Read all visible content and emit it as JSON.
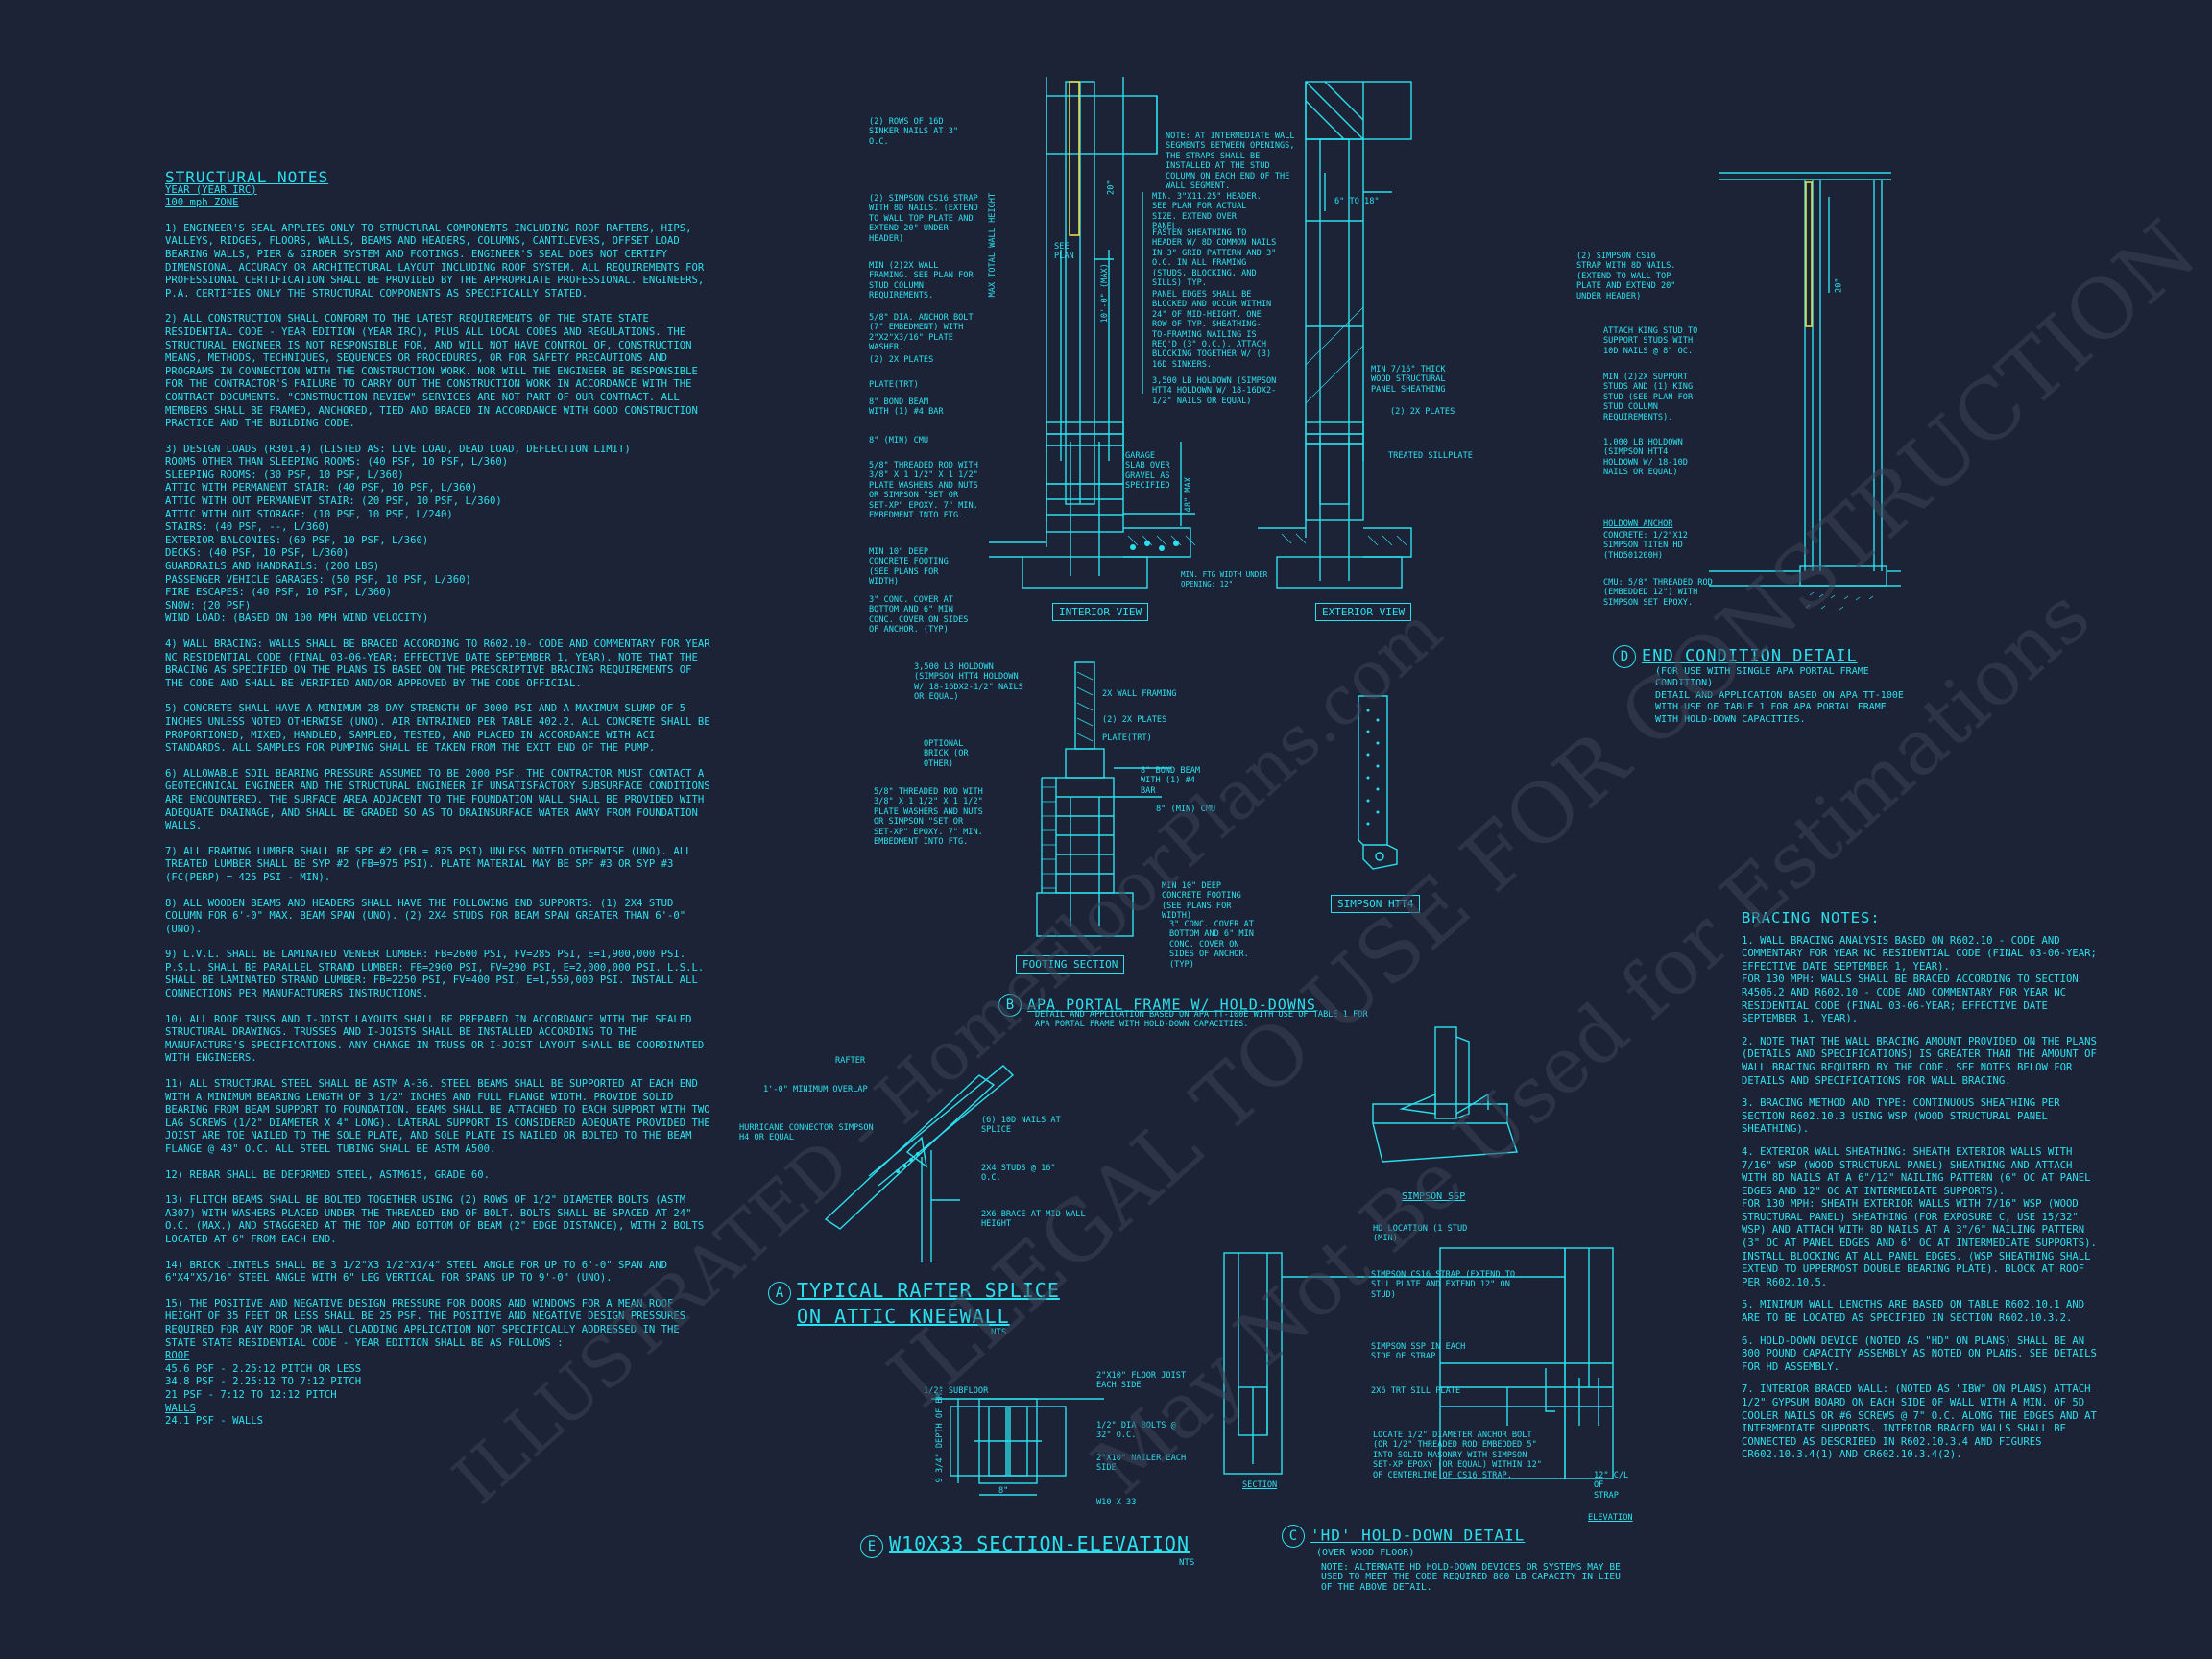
{
  "structural_notes": {
    "title": "STRUCTURAL NOTES",
    "subtitle1": "YEAR (YEAR IRC)",
    "subtitle2": "100 mph ZONE",
    "paragraphs": [
      "1) ENGINEER'S SEAL APPLIES ONLY TO STRUCTURAL COMPONENTS INCLUDING ROOF RAFTERS, HIPS, VALLEYS, RIDGES, FLOORS, WALLS, BEAMS AND HEADERS, COLUMNS, CANTILEVERS, OFFSET LOAD BEARING WALLS, PIER & GIRDER SYSTEM AND FOOTINGS. ENGINEER'S SEAL DOES NOT CERTIFY DIMENSIONAL ACCURACY OR ARCHITECTURAL LAYOUT INCLUDING ROOF SYSTEM. ALL REQUIREMENTS FOR PROFESSIONAL CERTIFICATION SHALL BE PROVIDED BY THE APPROPRIATE PROFESSIONAL. ENGINEERS, P.A. CERTIFIES ONLY THE STRUCTURAL COMPONENTS AS SPECIFICALLY STATED.",
      "2) ALL CONSTRUCTION SHALL CONFORM TO THE LATEST REQUIREMENTS OF THE STATE STATE RESIDENTIAL CODE - YEAR EDITION (YEAR IRC), PLUS ALL LOCAL CODES AND REGULATIONS. THE STRUCTURAL ENGINEER IS NOT RESPONSIBLE FOR, AND WILL NOT HAVE CONTROL OF, CONSTRUCTION MEANS, METHODS, TECHNIQUES, SEQUENCES OR PROCEDURES, OR FOR SAFETY PRECAUTIONS AND PROGRAMS IN CONNECTION WITH THE CONSTRUCTION WORK. NOR WILL THE ENGINEER BE RESPONSIBLE FOR THE CONTRACTOR'S FAILURE TO CARRY OUT THE CONSTRUCTION WORK IN ACCORDANCE WITH THE CONTRACT DOCUMENTS. \"CONSTRUCTION REVIEW\" SERVICES ARE NOT PART OF OUR CONTRACT. ALL MEMBERS SHALL BE FRAMED, ANCHORED, TIED AND BRACED IN ACCORDANCE WITH GOOD CONSTRUCTION PRACTICE AND THE BUILDING CODE.",
      "3) DESIGN LOADS (R301.4) (LISTED AS: LIVE LOAD, DEAD LOAD, DEFLECTION LIMIT)\nROOMS OTHER THAN SLEEPING ROOMS: (40 PSF, 10 PSF, L/360)\nSLEEPING ROOMS: (30 PSF, 10 PSF, L/360)\nATTIC WITH PERMANENT STAIR: (40 PSF, 10 PSF, L/360)\nATTIC WITH OUT PERMANENT STAIR: (20 PSF, 10 PSF, L/360)\nATTIC WITH OUT STORAGE: (10 PSF, 10 PSF, L/240)\nSTAIRS: (40 PSF, --, L/360)\nEXTERIOR BALCONIES: (60 PSF, 10 PSF, L/360)\nDECKS: (40 PSF, 10 PSF, L/360)\nGUARDRAILS AND HANDRAILS: (200 LBS)\nPASSENGER VEHICLE GARAGES: (50 PSF, 10 PSF, L/360)\nFIRE ESCAPES: (40 PSF, 10 PSF, L/360)\nSNOW: (20 PSF)\nWIND LOAD: (BASED ON 100 MPH WIND VELOCITY)",
      "4) WALL BRACING: WALLS SHALL BE BRACED ACCORDING TO R602.10- CODE AND COMMENTARY FOR YEAR NC RESIDENTIAL CODE (FINAL 03-06-YEAR; EFFECTIVE DATE SEPTEMBER 1, YEAR). NOTE THAT THE BRACING AS SPECIFIED ON THE PLANS IS BASED ON THE PRESCRIPTIVE BRACING REQUIREMENTS OF THE CODE AND SHALL BE VERIFIED AND/OR APPROVED BY THE CODE OFFICIAL.",
      "5) CONCRETE SHALL HAVE A MINIMUM 28 DAY STRENGTH OF 3000 PSI AND A MAXIMUM SLUMP OF 5 INCHES UNLESS NOTED OTHERWISE (UNO). AIR ENTRAINED PER TABLE 402.2. ALL CONCRETE SHALL BE PROPORTIONED, MIXED, HANDLED, SAMPLED, TESTED, AND PLACED IN ACCORDANCE WITH ACI STANDARDS. ALL SAMPLES FOR PUMPING SHALL BE TAKEN FROM THE EXIT END OF THE PUMP.",
      "6) ALLOWABLE SOIL BEARING PRESSURE ASSUMED TO BE 2000 PSF. THE CONTRACTOR MUST CONTACT A GEOTECHNICAL ENGINEER AND THE STRUCTURAL ENGINEER IF UNSATISFACTORY SUBSURFACE CONDITIONS ARE ENCOUNTERED. THE SURFACE AREA ADJACENT TO THE FOUNDATION WALL SHALL BE PROVIDED WITH ADEQUATE DRAINAGE, AND SHALL BE GRADED SO AS TO DRAINSURFACE WATER AWAY FROM FOUNDATION WALLS.",
      "7) ALL FRAMING LUMBER SHALL BE SPF #2 (Fb = 875 PSI) UNLESS NOTED OTHERWISE (UNO). ALL TREATED LUMBER SHALL BE SYP #2 (Fb=975 PSI). PLATE MATERIAL MAY BE SPF #3 OR SYP #3 (Fc(perp) = 425 PSI - MIN).",
      "8) ALL WOODEN BEAMS AND HEADERS SHALL HAVE THE FOLLOWING END SUPPORTS: (1) 2x4 STUD COLUMN FOR 6'-0\" MAX. BEAM SPAN (UNO). (2) 2X4 STUDS FOR BEAM SPAN GREATER THAN 6'-0\" (UNO).",
      "9) L.V.L. SHALL BE LAMINATED VENEER LUMBER: Fb=2600 PSI, Fv=285 PSI, E=1,900,000 PSI. P.S.L. SHALL BE PARALLEL STRAND LUMBER: Fb=2900 PSI, Fv=290 PSI, E=2,000,000 PSI. L.S.L. SHALL BE LAMINATED STRAND LUMBER: Fb=2250 PSI, Fv=400 PSI, E=1,550,000 PSI. INSTALL ALL CONNECTIONS PER MANUFACTURERS INSTRUCTIONS.",
      "10) ALL ROOF TRUSS AND I-JOIST LAYOUTS SHALL BE PREPARED IN ACCORDANCE WITH THE SEALED STRUCTURAL DRAWINGS. TRUSSES AND I-JOISTS SHALL BE INSTALLED ACCORDING TO THE MANUFACTURE'S SPECIFICATIONS. ANY CHANGE IN TRUSS OR I-JOIST LAYOUT SHALL BE COORDINATED WITH ENGINEERS.",
      "11) ALL STRUCTURAL STEEL SHALL BE ASTM A-36. STEEL BEAMS SHALL BE SUPPORTED AT EACH END WITH A MINIMUM BEARING LENGTH OF 3 1/2\" INCHES AND FULL FLANGE WIDTH. PROVIDE SOLID BEARING FROM BEAM SUPPORT TO FOUNDATION. BEAMS SHALL BE ATTACHED TO EACH SUPPORT WITH TWO LAG SCREWS (1/2\" DIAMETER x 4\" LONG). LATERAL SUPPORT IS CONSIDERED ADEQUATE PROVIDED THE JOIST ARE TOE NAILED TO THE SOLE PLATE, AND SOLE PLATE IS NAILED OR BOLTED TO THE BEAM FLANGE @ 48\" O.C. ALL STEEL TUBING SHALL BE ASTM A500.",
      "12) REBAR SHALL BE DEFORMED STEEL, ASTM615, GRADE 60.",
      "13) FLITCH BEAMS SHALL BE BOLTED TOGETHER USING (2) ROWS OF 1/2\" DIAMETER BOLTS (ASTM A307) WITH WASHERS PLACED UNDER THE THREADED END OF BOLT. BOLTS SHALL BE SPACED AT 24\" O.C. (MAX.) AND STAGGERED AT THE TOP AND BOTTOM OF BEAM (2\" EDGE DISTANCE), WITH 2 BOLTS LOCATED AT 6\" FROM EACH END.",
      "14) BRICK LINTELS SHALL BE 3 1/2\"x3 1/2\"x1/4\" STEEL ANGLE FOR UP TO 6'-0\" SPAN AND 6\"x4\"x5/16\" STEEL ANGLE WITH 6\" LEG VERTICAL FOR SPANS UP TO 9'-0\" (UNO).",
      "15) THE POSITIVE AND NEGATIVE DESIGN PRESSURE FOR DOORS AND WINDOWS FOR A MEAN ROOF HEIGHT OF 35 FEET OR LESS SHALL BE 25 PSF. THE POSITIVE AND NEGATIVE DESIGN PRESSURES REQUIRED FOR ANY ROOF OR WALL CLADDING APPLICATION NOT SPECIFICALLY ADDRESSED IN THE STATE STATE RESIDENTIAL CODE - YEAR EDITION SHALL BE AS FOLLOWS :"
    ],
    "roof_label": "ROOF",
    "roof_lines": [
      "45.6 PSF - 2.25:12 PITCH OR LESS",
      "34.8 PSF - 2.25:12 TO 7:12 PITCH",
      "21 PSF - 7:12 TO 12:12 PITCH"
    ],
    "walls_label": "WALLS",
    "walls_lines": [
      "24.1 PSF - WALLS"
    ]
  },
  "bracing_notes": {
    "title": "BRACING NOTES:",
    "paragraphs": [
      "1. WALL BRACING ANALYSIS BASED ON R602.10 - CODE AND COMMENTARY FOR YEAR NC RESIDENTIAL CODE (FINAL 03-06-YEAR; EFFECTIVE DATE SEPTEMBER 1, YEAR).\nFOR 130 MPH: WALLS SHALL BE BRACED ACCORDING TO SECTION R4506.2 AND R602.10 - CODE AND COMMENTARY FOR YEAR NC RESIDENTIAL CODE (FINAL 03-06-YEAR; EFFECTIVE DATE SEPTEMBER 1, YEAR).",
      "2. NOTE THAT THE WALL BRACING AMOUNT PROVIDED ON THE PLANS (DETAILS AND SPECIFICATIONS) IS GREATER THAN THE AMOUNT OF WALL BRACING REQUIRED BY THE CODE. SEE NOTES BELOW FOR DETAILS AND SPECIFICATIONS FOR WALL BRACING.",
      "3. BRACING METHOD AND TYPE: CONTINUOUS SHEATHING PER SECTION R602.10.3 USING WSP (WOOD STRUCTURAL PANEL SHEATHING).",
      "4. EXTERIOR WALL SHEATHING: SHEATH EXTERIOR WALLS WITH 7/16\" WSP (WOOD STRUCTURAL PANEL) SHEATHING AND ATTACH WITH 8d NAILS AT A 6\"/12\" NAILING PATTERN (6\" OC AT PANEL EDGES AND 12\" OC AT INTERMEDIATE SUPPORTS).\nFOR 130 MPH: SHEATH EXTERIOR WALLS WITH 7/16\" WSP (WOOD STRUCTURAL PANEL) SHEATHING (FOR EXPOSURE C, USE 15/32\" WSP) AND ATTACH WITH 8d NAILS AT A 3\"/6\" NAILING PATTERN (3\" OC AT PANEL EDGES AND 6\" OC AT INTERMEDIATE SUPPORTS).\nINSTALL BLOCKING AT ALL PANEL EDGES. (WSP SHEATHING SHALL EXTEND TO UPPERMOST DOUBLE BEARING PLATE). BLOCK AT ROOF PER R602.10.5.",
      "5. MINIMUM WALL LENGTHS ARE BASED ON TABLE R602.10.1 AND ARE TO BE LOCATED AS SPECIFIED IN SECTION R602.10.3.2.",
      "6. HOLD-DOWN DEVICE (NOTED AS \"HD\" ON PLANS) SHALL BE AN 800 POUND CAPACITY ASSEMBLY AS NOTED ON PLANS. SEE DETAILS FOR HD ASSEMBLY.",
      "7. INTERIOR BRACED WALL: (NOTED AS \"IBW\" ON PLANS) ATTACH 1/2\" GYPSUM BOARD ON EACH SIDE OF WALL WITH A MIN. OF 5d COOLER NAILS OR #6 SCREWS @ 7\" O.C. ALONG THE EDGES AND AT INTERMEDIATE SUPPORTS. INTERIOR BRACED WALLS SHALL BE CONNECTED AS DESCRIBED IN R602.10.3.4 AND FIGURES CR602.10.3.4(1) AND CR602.10.3.4(2)."
    ]
  },
  "detail_a": {
    "letter": "A",
    "title1": "TYPICAL RAFTER SPLICE",
    "title2": "ON ATTIC KNEEWALL",
    "scale": "NTS",
    "labels": {
      "rafter": "RAFTER",
      "overlap": "1'-0\" MINIMUM OVERLAP",
      "hurricane": "HURRICANE CONNECTOR SIMPSON H4 OR EQUAL",
      "nails": "(6) 10d NAILS AT SPLICE",
      "studs": "2x4 STUDS @ 16\" O.C.",
      "brace": "2x6 BRACE AT MID WALL HEIGHT"
    }
  },
  "detail_b": {
    "letter": "B",
    "title": "APA PORTAL FRAME W/ HOLD-DOWNS",
    "subtitle": "DETAIL AND APPLICATION BASED ON APA TT-100E WITH USE OF TABLE 1 FOR APA PORTAL FRAME WITH HOLD-DOWN CAPACITIES.",
    "interior_view": "INTERIOR VIEW",
    "exterior_view": "EXTERIOR VIEW",
    "footing_section": "FOOTING SECTION",
    "simpson_htt4": "SIMPSON HTT4",
    "labels_left": {
      "sinker": "(2) ROWS OF 16d SINKER NAILS AT 3\" O.C.",
      "cs16": "(2) SIMPSON CS16 STRAP WITH 8d NAILS. (EXTEND TO WALL TOP PLATE AND EXTEND 20\" UNDER HEADER)",
      "framing": "MIN (2)2X WALL FRAMING. SEE PLAN FOR STUD COLUMN REQUIREMENTS.",
      "anchor": "5/8\" DIA. ANCHOR BOLT (7\" EMBEDMENT) WITH 2\"x2\"x3/16\" PLATE WASHER.",
      "plates": "(2) 2x PLATES",
      "plate_trt": "PLATE(TRT)",
      "bond": "8\" BOND BEAM WITH (1) #4 BAR",
      "cmu": "8\" (MIN) CMU",
      "rod": "5/8\" THREADED ROD WITH 3/8\" x 1 1/2\" x 1 1/2\" PLATE WASHERS AND NUTS OR SIMPSON \"SET OR SET-XP\" EPOXY. 7\" MIN. EMBEDMENT INTO FTG.",
      "footing": "MIN 10\" DEEP CONCRETE FOOTING (SEE PLANS FOR WIDTH)",
      "cover": "3\" CONC. COVER AT BOTTOM AND 6\" MIN CONC. COVER ON SIDES OF ANCHOR. (TYP)"
    },
    "labels_mid": {
      "note": "NOTE: AT INTERMEDIATE WALL SEGMENTS BETWEEN OPENINGS, THE STRAPS SHALL BE INSTALLED AT THE STUD COLUMN ON EACH END OF THE WALL SEGMENT.",
      "header": "MIN. 3\"x11.25\" HEADER. SEE PLAN FOR ACTUAL SIZE. EXTEND OVER PANEL.",
      "fasten": "FASTEN SHEATHING TO HEADER W/ 8d COMMON NAILS IN 3\" GRID PATTERN AND 3\" O.C. IN ALL FRAMING (STUDS, BLOCKING, AND SILLS) TYP.",
      "panel": "PANEL EDGES SHALL BE BLOCKED AND OCCUR WITHIN 24\" OF MID-HEIGHT. ONE ROW OF TYP. SHEATHING-TO-FRAMING NAILING IS REQ'D (3\" O.C.). ATTACH BLOCKING TOGETHER W/ (3) 16d SINKERS.",
      "holdown": "3,500 LB HOLDOWN (SIMPSON HTT4 HOLDOWN W/ 18-16dx2-1/2\" NAILS OR EQUAL)",
      "garage": "GARAGE SLAB OVER GRAVEL AS SPECIFIED",
      "ftg_width": "MIN. FTG WIDTH UNDER OPENING: 12\"",
      "dim_20": "20\"",
      "dim_10": "10'-0\" (MAX)",
      "dim_max": "48\" MAX",
      "see_plan": "SEE PLAN",
      "wall_height": "MAX TOTAL WALL HEIGHT"
    },
    "labels_right": {
      "dim_6": "6\" TO 18\"",
      "sheathing": "MIN 7/16\" THICK WOOD STRUCTURAL PANEL SHEATHING",
      "plates": "(2) 2x PLATES",
      "sillplate": "TREATED SILLPLATE"
    },
    "labels_footing": {
      "holdown": "3,500 LB HOLDOWN (SIMPSON HTT4 HOLDOWN W/ 18-16dx2-1/2\" NAILS OR EQUAL)",
      "brick": "OPTIONAL BRICK (OR OTHER)",
      "rod": "5/8\" THREADED ROD WITH 3/8\" x 1 1/2\" x 1 1/2\" PLATE WASHERS AND NUTS OR SIMPSON \"SET OR SET-XP\" EPOXY. 7\" MIN. EMBEDMENT INTO FTG.",
      "framing": "2X WALL FRAMING",
      "plates": "(2) 2x PLATES",
      "plate_trt": "PLATE(TRT)",
      "bond": "8\" BOND BEAM WITH (1) #4 BAR",
      "cmu": "8\" (MIN) CMU",
      "footing": "MIN 10\" DEEP CONCRETE FOOTING (SEE PLANS FOR WIDTH)",
      "cover": "3\" CONC. COVER AT BOTTOM AND 6\" MIN CONC. COVER ON SIDES OF ANCHOR. (TYP)"
    }
  },
  "detail_c": {
    "letter": "C",
    "title": "'HD' HOLD-DOWN DETAIL",
    "subtitle": "(OVER WOOD FLOOR)",
    "note": "NOTE: ALTERNATE HD HOLD-DOWN DEVICES OR SYSTEMS MAY BE USED TO MEET THE CODE REQUIRED 800 LB CAPACITY IN LIEU OF THE ABOVE DETAIL.",
    "simpson_ssp": "SIMPSON SSP",
    "section": "SECTION",
    "elevation": "ELEVATION",
    "labels": {
      "hd": "HD LOCATION (1 STUD (MIN)",
      "strap": "SIMPSON CS16 STRAP (EXTEND TO SILL PLATE AND EXTEND 12\" ON STUD)",
      "ssp": "SIMPSON SSP IN EACH SIDE OF STRAP",
      "sill": "2x6 TRT SILL PLATE",
      "locate": "LOCATE 1/2\" DIAMETER ANCHOR BOLT (OR 1/2\" THREADED ROD EMBEDDED 5\" INTO SOLID MASONRY WITH SIMPSON SET-XP EPOXY (OR EQUAL) WITHIN 12\" OF CENTERLINE OF CS16 STRAP.",
      "cl": "12\" C/L OF STRAP"
    }
  },
  "detail_d": {
    "letter": "D",
    "title": "END CONDITION DETAIL",
    "subtitle": "(FOR USE WITH SINGLE APA PORTAL FRAME CONDITION)\nDETAIL AND APPLICATION BASED ON APA TT-100E WITH USE OF TABLE 1 FOR APA PORTAL FRAME WITH HOLD-DOWN CAPACITIES.",
    "labels": {
      "cs16": "(2) SIMPSON CS16 STRAP WITH 8d NAILS. (EXTEND TO WALL TOP PLATE AND EXTEND 20\" UNDER HEADER)",
      "king": "ATTACH KING STUD TO SUPPORT STUDS WITH 10d NAILS @ 8\" OC.",
      "support": "MIN (2)2X SUPPORT STUDS AND (1) KING STUD (SEE PLAN FOR STUD COLUMN REQUIREMENTS).",
      "holdown": "1,000 LB HOLDOWN (SIMPSON HTT4 HOLDOWN W/ 18-10d NAILS OR EQUAL)",
      "anchor_h": "HOLDOWN ANCHOR",
      "concrete": "CONCRETE: 1/2\"x12 SIMPSON TITEN HD (THD501200H)",
      "cmu": "CMU: 5/8\" THREADED ROD (EMBEDDED 12\") WITH SIMPSON SET EPOXY.",
      "dim_20": "20\""
    }
  },
  "detail_e": {
    "letter": "E",
    "title": "W10x33 SECTION-ELEVATION",
    "scale": "NTS",
    "labels": {
      "subfloor": "1/2\" SUBFLOOR",
      "joist": "2\"x10\" FLOOR JOIST EACH SIDE",
      "bolts": "1/2\" DIA BOLTS @ 32\" O.C.",
      "nailer": "2\"x10\" NAILER EACH SIDE",
      "beam": "W10 x 33",
      "depth": "9 3/4\" DEPTH OF BM.",
      "width": "8\""
    }
  },
  "watermark": {
    "line1": "ILLEGAL TO USE FOR CONSTRUCTION",
    "line2": "May Not Be Used for Estimations",
    "line3": "ILLUSTRATED - HomeFloorPlans.com"
  },
  "colors": {
    "background": "#1d2336",
    "line": "#2be0ee",
    "accent": "#e8d84a"
  }
}
